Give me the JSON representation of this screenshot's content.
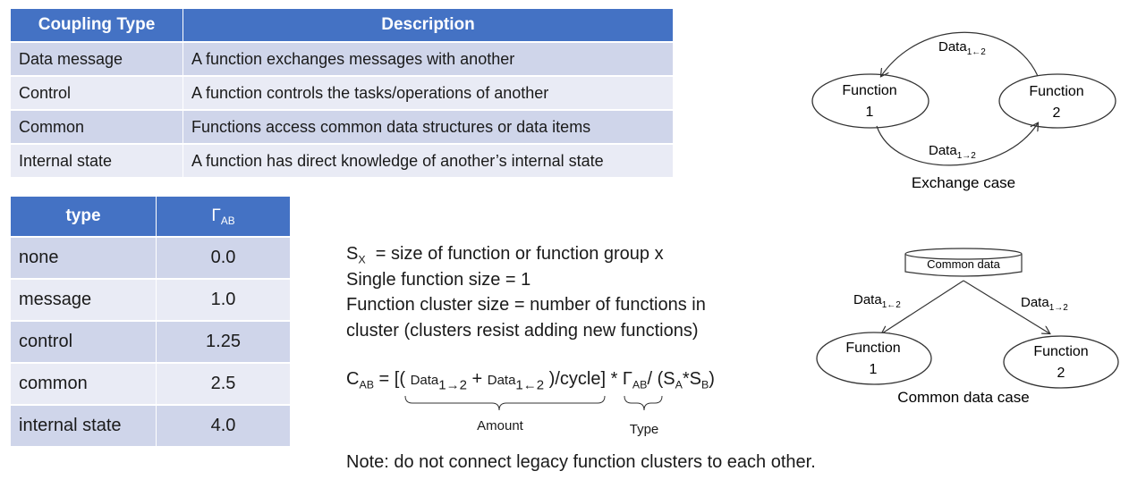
{
  "coupling_table": {
    "headers": [
      "Coupling Type",
      "Description"
    ],
    "rows": [
      {
        "type": "Data message",
        "description": "A function exchanges messages with another"
      },
      {
        "type": "Control",
        "description": "A function controls the tasks/operations of another"
      },
      {
        "type": "Common",
        "description": "Functions access common data structures or data items"
      },
      {
        "type": "Internal state",
        "description": "A function has direct knowledge of another’s internal state"
      }
    ]
  },
  "gamma_table": {
    "header_type": "type",
    "header_gamma": "Γ",
    "header_gamma_sub": "AB",
    "rows": [
      {
        "type": "none",
        "value": "0.0"
      },
      {
        "type": "message",
        "value": "1.0"
      },
      {
        "type": "control",
        "value": "1.25"
      },
      {
        "type": "common",
        "value": "2.5"
      },
      {
        "type": "internal state",
        "value": "4.0"
      }
    ]
  },
  "definitions": {
    "sx_symbol": "S",
    "sx_sub": "X",
    "sx_text": "  = size of function or function group x",
    "line2": "Single function size = 1",
    "line3": "Function cluster size = number of functions in",
    "line4": "cluster (clusters resist adding new functions)"
  },
  "formula": {
    "c": "C",
    "c_sub": "AB",
    "eq_open": " = [( ",
    "data": "Data",
    "sub_fwd": "1→2",
    "plus": " + ",
    "sub_back": "1←2",
    "cycle": " )/cycle] * ",
    "gamma": "Γ",
    "gamma_sub": "AB",
    "div": "/ (S",
    "sa_sub": "A",
    "star": "*S",
    "sb_sub": "B",
    "close": ")",
    "amount_label": "Amount",
    "type_label": "Type"
  },
  "note": "Note: do not connect legacy function clusters to each other.",
  "exchange_diagram": {
    "function1": [
      "Function",
      "1"
    ],
    "function2": [
      "Function",
      "2"
    ],
    "data_top": "Data",
    "data_top_sub": "1←2",
    "data_bottom": "Data",
    "data_bottom_sub": "1→2",
    "caption": "Exchange case"
  },
  "common_diagram": {
    "store": "Common data",
    "function1": [
      "Function",
      "1"
    ],
    "function2": [
      "Function",
      "2"
    ],
    "data_left": "Data",
    "data_left_sub": "1←2",
    "data_right": "Data",
    "data_right_sub": "1→2",
    "caption": "Common data case"
  },
  "colors": {
    "header": "#4472C4",
    "row_dark": "#CFD5EA",
    "row_light": "#E9EBF5"
  }
}
